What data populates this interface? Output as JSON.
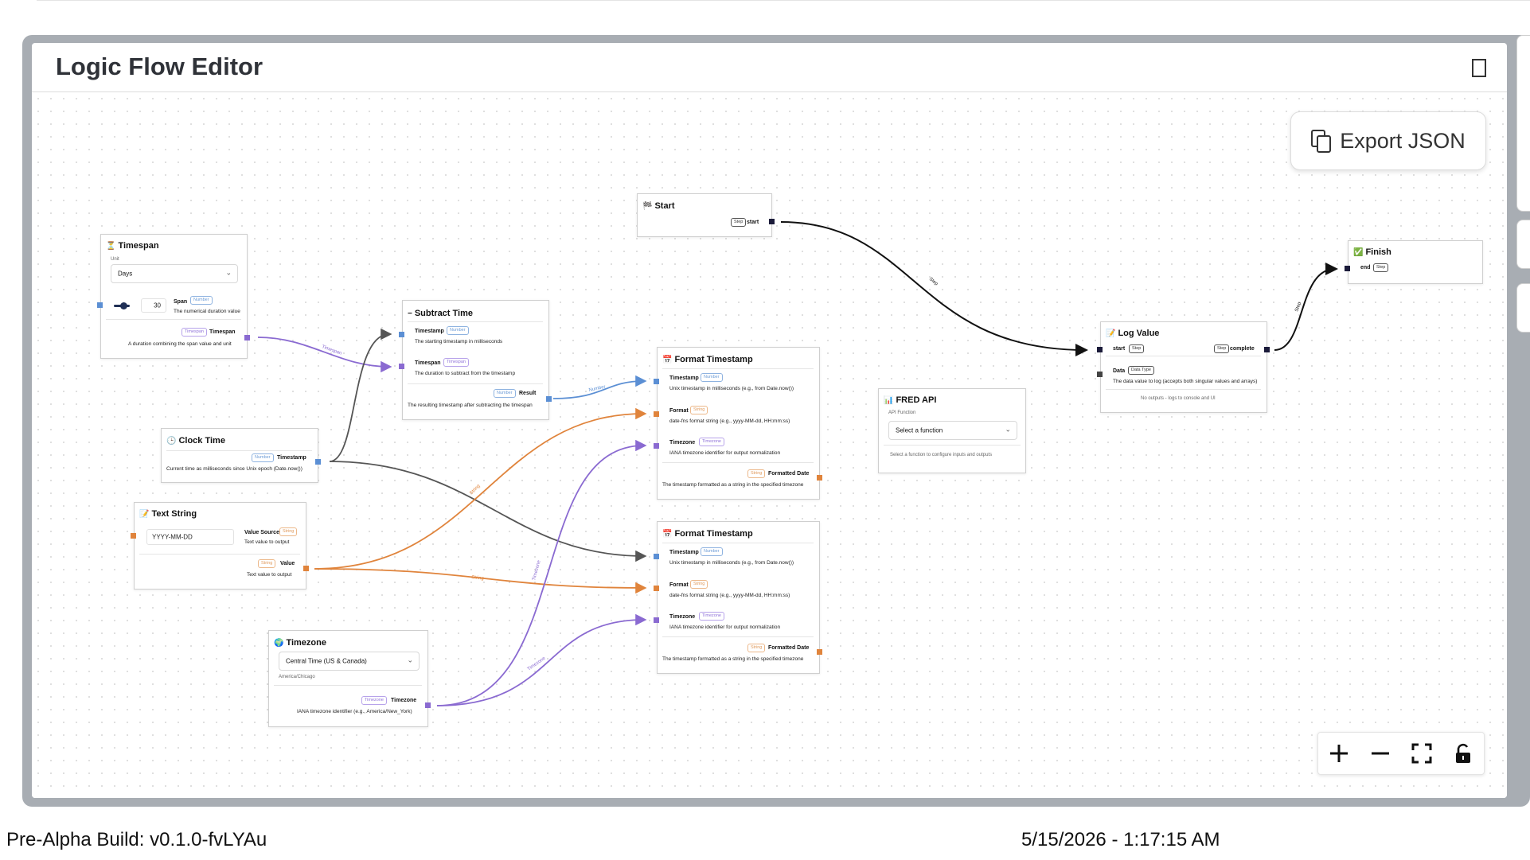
{
  "editor": {
    "title": "Logic Flow Editor",
    "export_label": "Export JSON"
  },
  "nodes": {
    "timespan": {
      "icon": "⏳",
      "title": "Timespan",
      "unit_label": "Unit",
      "unit_value": "Days",
      "span_value": "30",
      "span_label": "Span",
      "span_type": "Number",
      "span_desc": "The numerical duration value",
      "out_type": "Timespan",
      "out_label": "Timespan",
      "out_desc": "A duration combining the span value and unit"
    },
    "subtract": {
      "icon": "−",
      "title": "Subtract Time",
      "in1_label": "Timestamp",
      "in1_type": "Number",
      "in1_desc": "The starting timestamp in milliseconds",
      "in2_label": "Timespan",
      "in2_type": "Timespan",
      "in2_desc": "The duration to subtract from the timestamp",
      "out_type": "Number",
      "out_label": "Result",
      "out_desc": "The resulting timestamp after subtracting the timespan"
    },
    "clock": {
      "icon": "🕒",
      "title": "Clock Time",
      "out_type": "Number",
      "out_label": "Timestamp",
      "out_desc": "Current time as milliseconds since Unix epoch (Date.now())"
    },
    "textstring": {
      "icon": "📝",
      "title": "Text String",
      "input_value": "YYYY-MM-DD",
      "src_label": "Value Source",
      "src_type": "String",
      "src_desc": "Text value to output",
      "out_type": "String",
      "out_label": "Value",
      "out_desc": "Text value to output"
    },
    "timezone": {
      "icon": "🌍",
      "title": "Timezone",
      "select_value": "Central Time (US & Canada)",
      "hint": "America/Chicago",
      "out_type": "Timezone",
      "out_label": "Timezone",
      "out_desc": "IANA timezone identifier (e.g., America/New_York)"
    },
    "start": {
      "icon": "🏁",
      "title": "Start",
      "out_type": "Step",
      "out_label": "start"
    },
    "format1": {
      "icon": "📅",
      "title": "Format Timestamp",
      "ts_label": "Timestamp",
      "ts_type": "Number",
      "ts_desc": "Unix timestamp in milliseconds (e.g., from Date.now())",
      "fmt_label": "Format",
      "fmt_type": "String",
      "fmt_desc": "date-fns format string (e.g., yyyy-MM-dd, HH:mm:ss)",
      "tz_label": "Timezone",
      "tz_type": "Timezone",
      "tz_desc": "IANA timezone identifier for output normalization",
      "out_type": "String",
      "out_label": "Formatted Date",
      "out_desc": "The timestamp formatted as a string in the specified timezone"
    },
    "format2": {
      "icon": "📅",
      "title": "Format Timestamp",
      "ts_label": "Timestamp",
      "ts_type": "Number",
      "ts_desc": "Unix timestamp in milliseconds (e.g., from Date.now())",
      "fmt_label": "Format",
      "fmt_type": "String",
      "fmt_desc": "date-fns format string (e.g., yyyy-MM-dd, HH:mm:ss)",
      "tz_label": "Timezone",
      "tz_type": "Timezone",
      "tz_desc": "IANA timezone identifier for output normalization",
      "out_type": "String",
      "out_label": "Formatted Date",
      "out_desc": "The timestamp formatted as a string in the specified timezone"
    },
    "fred": {
      "icon": "📊",
      "title": "FRED API",
      "fn_label": "API Function",
      "fn_value": "Select a function",
      "hint": "Select a function to configure inputs and outputs"
    },
    "log": {
      "icon": "📝",
      "title": "Log Value",
      "start_label": "start",
      "start_type": "Step",
      "complete_type": "Step",
      "complete_label": "complete",
      "data_label": "Data",
      "data_type": "Data Type",
      "data_desc": "The data value to log (accepts both singular values and arrays)",
      "no_outputs": "No outputs - logs to console and UI"
    },
    "finish": {
      "icon": "✅",
      "title": "Finish",
      "in_label": "end",
      "in_type": "Step"
    }
  },
  "edge_labels": {
    "timespan": "Timespan",
    "number": "Number",
    "string": "String",
    "timezone": "Timezone",
    "step": "Step"
  },
  "colors": {
    "number": "#5b8fd4",
    "string": "#e0843c",
    "timezone": "#8a6ad1",
    "step": "#111111",
    "clock": "#555555"
  },
  "footer": {
    "build": "Pre-Alpha Build: v0.1.0-fvLYAu",
    "datetime": "5/15/2026 - 1:17:15 AM"
  }
}
